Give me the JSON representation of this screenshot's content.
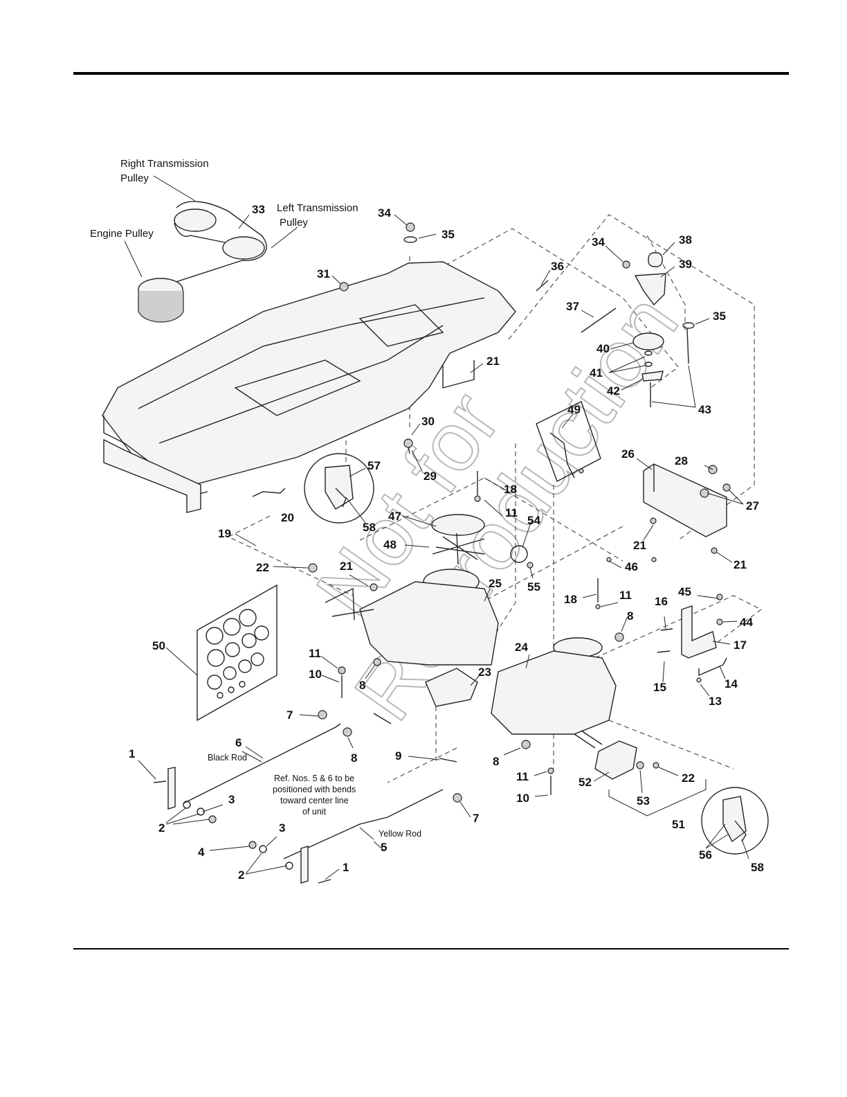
{
  "labels": {
    "right_transmission_pulley": [
      "Right Transmission",
      "Pulley"
    ],
    "left_transmission_pulley": [
      "Left Transmission",
      "Pulley"
    ],
    "engine_pulley": "Engine Pulley",
    "black_rod": "Black Rod",
    "yellow_rod": "Yellow Rod",
    "ref_note": [
      "Ref. Nos. 5 & 6 to be",
      "positioned with bends",
      "toward center line",
      "of unit"
    ]
  },
  "watermark": [
    "Not for",
    "Reproduction"
  ],
  "callouts": {
    "c33": "33",
    "c34a": "34",
    "c35a": "35",
    "c31": "31",
    "c36": "36",
    "c34b": "34",
    "c38": "38",
    "c39": "39",
    "c35b": "35",
    "c37": "37",
    "c40": "40",
    "c41": "41",
    "c42": "42",
    "c43": "43",
    "c21a": "21",
    "c30": "30",
    "c29": "29",
    "c49": "49",
    "c26": "26",
    "c28": "28",
    "c27": "27",
    "c21b": "21",
    "c21c": "21",
    "c57": "57",
    "c58a": "58",
    "c18a": "18",
    "c11a": "11",
    "c47": "47",
    "c54": "54",
    "c48": "48",
    "c55": "55",
    "c19": "19",
    "c20": "20",
    "c22a": "22",
    "c21d": "21",
    "c25": "25",
    "c46": "46",
    "c18b": "18",
    "c11b": "11",
    "c16": "16",
    "c45": "45",
    "c8a": "8",
    "c44": "44",
    "c17": "17",
    "c50": "50",
    "c24": "24",
    "c11c": "11",
    "c10a": "10",
    "c8b": "8",
    "c23": "23",
    "c15": "15",
    "c14": "14",
    "c13": "13",
    "c7a": "7",
    "c6": "6",
    "c9": "9",
    "c8c": "8",
    "c8d": "8",
    "c1a": "1",
    "c11d": "11",
    "c52": "52",
    "c22b": "22",
    "c10b": "10",
    "c53": "53",
    "c3a": "3",
    "c2a": "2",
    "c4": "4",
    "c7b": "7",
    "c51": "51",
    "c3b": "3",
    "c5": "5",
    "c2b": "2",
    "c1b": "1",
    "c56": "56",
    "c58b": "58"
  }
}
